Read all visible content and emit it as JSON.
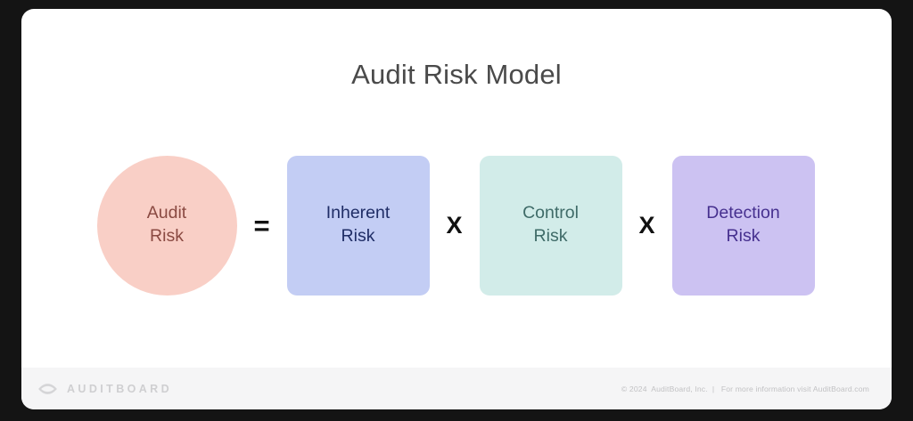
{
  "frame": {
    "border_color": "#141414",
    "card_background": "#ffffff"
  },
  "header": {
    "title": "Audit Risk Model",
    "title_color": "#4a4a4a"
  },
  "diagram": {
    "type": "equation",
    "terms": [
      {
        "id": "audit-risk",
        "shape": "circle",
        "line1": "Audit",
        "line2": "Risk",
        "fill": "#f9cfc6",
        "text_color": "#8a4a42"
      },
      {
        "id": "inherent-risk",
        "shape": "rounded-square",
        "line1": "Inherent",
        "line2": "Risk",
        "fill": "#c3cdf4",
        "text_color": "#1f2d66"
      },
      {
        "id": "control-risk",
        "shape": "rounded-square",
        "line1": "Control",
        "line2": "Risk",
        "fill": "#d2ece9",
        "text_color": "#3f6b68"
      },
      {
        "id": "detection-risk",
        "shape": "rounded-square",
        "line1": "Detection",
        "line2": "Risk",
        "fill": "#ccc2f2",
        "text_color": "#46308f"
      }
    ],
    "operators": [
      {
        "id": "equals",
        "symbol": "="
      },
      {
        "id": "multiply-1",
        "symbol": "X"
      },
      {
        "id": "multiply-2",
        "symbol": "X"
      }
    ],
    "operator_color": "#111111"
  },
  "footer": {
    "logo_icon": "auditboard-lens-icon",
    "brand_name": "AUDITBOARD",
    "brand_color": "#cfcfd1",
    "legal": "© 2024  AuditBoard, Inc.  |   For more information visit AuditBoard.com",
    "legal_color": "#c2c2c4",
    "background": "#f5f5f6"
  }
}
